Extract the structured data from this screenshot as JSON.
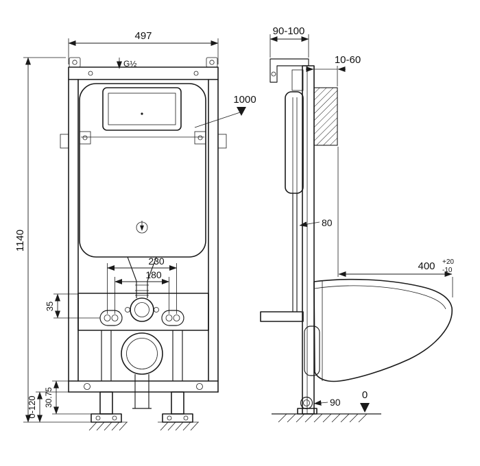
{
  "front_view": {
    "width_dim": "497",
    "height_dim": "1140",
    "supply_thread": "G½",
    "flush_height": "1000",
    "fixing_outer": "230",
    "fixing_inner": "180",
    "plate_dim": "35",
    "foot_range": "0-120",
    "foot_dim": "30.75"
  },
  "side_view": {
    "frame_depth": "90-100",
    "wall_range": "10-60",
    "pipe_dim": "80",
    "bowl_depth": "400",
    "bowl_depth_tol_plus": "+20",
    "bowl_depth_tol_minus": "-10",
    "outlet_dim": "90",
    "floor_datum": "0"
  },
  "colors": {
    "line": "#1a1a1a",
    "text": "#111111",
    "background": "#ffffff"
  }
}
